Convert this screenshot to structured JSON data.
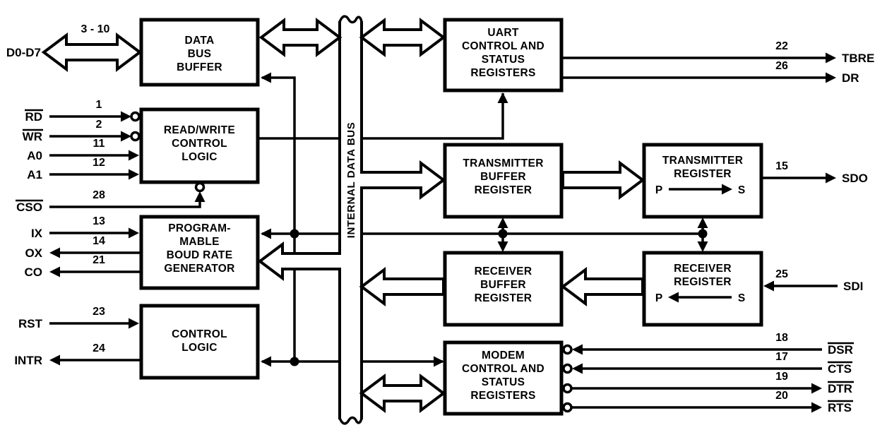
{
  "bus": {
    "label": "INTERNAL DATA BUS"
  },
  "blocks": {
    "data_bus_buffer": [
      "DATA",
      "BUS",
      "BUFFER"
    ],
    "read_write_control_logic": [
      "READ/WRITE",
      "CONTROL",
      "LOGIC"
    ],
    "baud_rate_generator": [
      "PROGRAM-",
      "MABLE",
      "BOUD RATE",
      "GENERATOR"
    ],
    "control_logic": [
      "CONTROL",
      "LOGIC"
    ],
    "uart_control_status": [
      "UART",
      "CONTROL AND",
      "STATUS",
      "REGISTERS"
    ],
    "transmitter_buffer_register": [
      "TRANSMITTER",
      "BUFFER",
      "REGISTER"
    ],
    "transmitter_register": [
      "TRANSMITTER",
      "REGISTER"
    ],
    "receiver_buffer_register": [
      "RECEIVER",
      "BUFFER",
      "REGISTER"
    ],
    "receiver_register": [
      "RECEIVER",
      "REGISTER"
    ],
    "modem_control_status": [
      "MODEM",
      "CONTROL AND",
      "STATUS",
      "REGISTERS"
    ]
  },
  "ps": {
    "tx": {
      "p": "P",
      "s": "S"
    },
    "rx": {
      "p": "P",
      "s": "S"
    }
  },
  "pins": {
    "d0d7": {
      "label": "D0-D7",
      "pin": "3 - 10",
      "overline": false
    },
    "rd": {
      "label": "RD",
      "pin": "1",
      "overline": true
    },
    "wr": {
      "label": "WR",
      "pin": "2",
      "overline": true
    },
    "a0": {
      "label": "A0",
      "pin": "11",
      "overline": false
    },
    "a1": {
      "label": "A1",
      "pin": "12",
      "overline": false
    },
    "cso": {
      "label": "CSO",
      "pin": "28",
      "overline": true
    },
    "ix": {
      "label": "IX",
      "pin": "13",
      "overline": false
    },
    "ox": {
      "label": "OX",
      "pin": "14",
      "overline": false
    },
    "co": {
      "label": "CO",
      "pin": "21",
      "overline": false
    },
    "rst": {
      "label": "RST",
      "pin": "23",
      "overline": false
    },
    "intr": {
      "label": "INTR",
      "pin": "24",
      "overline": false
    },
    "tbre": {
      "label": "TBRE",
      "pin": "22",
      "overline": false
    },
    "dr": {
      "label": "DR",
      "pin": "26",
      "overline": false
    },
    "sdo": {
      "label": "SDO",
      "pin": "15",
      "overline": false
    },
    "sdi": {
      "label": "SDI",
      "pin": "25",
      "overline": false
    },
    "dsr": {
      "label": "DSR",
      "pin": "18",
      "overline": true
    },
    "cts": {
      "label": "CTS",
      "pin": "17",
      "overline": true
    },
    "dtr": {
      "label": "DTR",
      "pin": "19",
      "overline": true
    },
    "rts": {
      "label": "RTS",
      "pin": "20",
      "overline": true
    }
  },
  "colors": {
    "ink": "#000000",
    "paper": "#ffffff"
  }
}
